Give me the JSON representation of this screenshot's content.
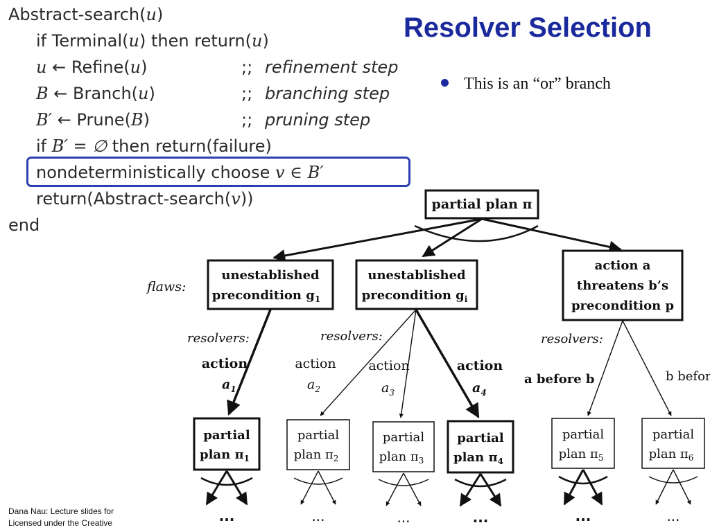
{
  "slide": {
    "title": "Resolver Selection",
    "bullet": "This is an “or” branch",
    "credit_line1": "Dana Nau: Lecture slides for",
    "credit_line2": "Licensed under the Creative"
  },
  "algorithm": {
    "header_name": "Abstract-search(",
    "header_var": "u",
    "header_close": ")",
    "l1_a": "if Terminal(",
    "l1_b": "u",
    "l1_c": ") then return(",
    "l1_d": "u",
    "l1_e": ")",
    "l2_a": "u",
    "l2_b": " ← Refine(",
    "l2_c": "u",
    "l2_d": ")",
    "l2_semi": ";;",
    "l2_comment": "refinement step",
    "l3_a": "B",
    "l3_b": " ← Branch(",
    "l3_c": "u",
    "l3_d": ")",
    "l3_semi": ";;",
    "l3_comment": "branching step",
    "l4_a": "B′",
    "l4_b": " ← Prune(",
    "l4_c": "B",
    "l4_d": ")",
    "l4_semi": ";;",
    "l4_comment": "pruning step",
    "l5_a": "if ",
    "l5_b": "B′ = ∅",
    "l5_c": " then return(failure)",
    "l6_a": "nondeterministically choose ",
    "l6_b": "v ∈ B′",
    "l7_a": "return(Abstract-search(",
    "l7_b": "v",
    "l7_c": "))",
    "end": "end"
  },
  "tree": {
    "root": "partial plan π",
    "flaws_label": "flaws:",
    "flaw1_line1": "unestablished",
    "flaw1_line2": "precondition g",
    "flaw1_sub": "1",
    "flaw2_line1": "unestablished",
    "flaw2_line2": "precondition g",
    "flaw2_sub": "i",
    "flaw3_line1": "action a",
    "flaw3_line2": "threatens b’s",
    "flaw3_line3": "precondition p",
    "resolvers1": "resolvers:",
    "resolvers2": "resolvers:",
    "resolvers3": "resolvers:",
    "act1": "action",
    "act1_sym": "a",
    "act1_sub": "1",
    "act2": "action",
    "act2_sym": "a",
    "act2_sub": "2",
    "act3": "action",
    "act3_sym": "a",
    "act3_sub": "3",
    "act4": "action",
    "act4_sym": "a",
    "act4_sub": "4",
    "act5": "a before b",
    "act6": "b before",
    "plan_word": "partial",
    "plan_word2": "plan π",
    "p1_sub": "1",
    "p2_sub": "2",
    "p3_sub": "3",
    "p4_sub": "4",
    "p5_sub": "5",
    "p6_sub": "6",
    "ellipsis": "..."
  }
}
